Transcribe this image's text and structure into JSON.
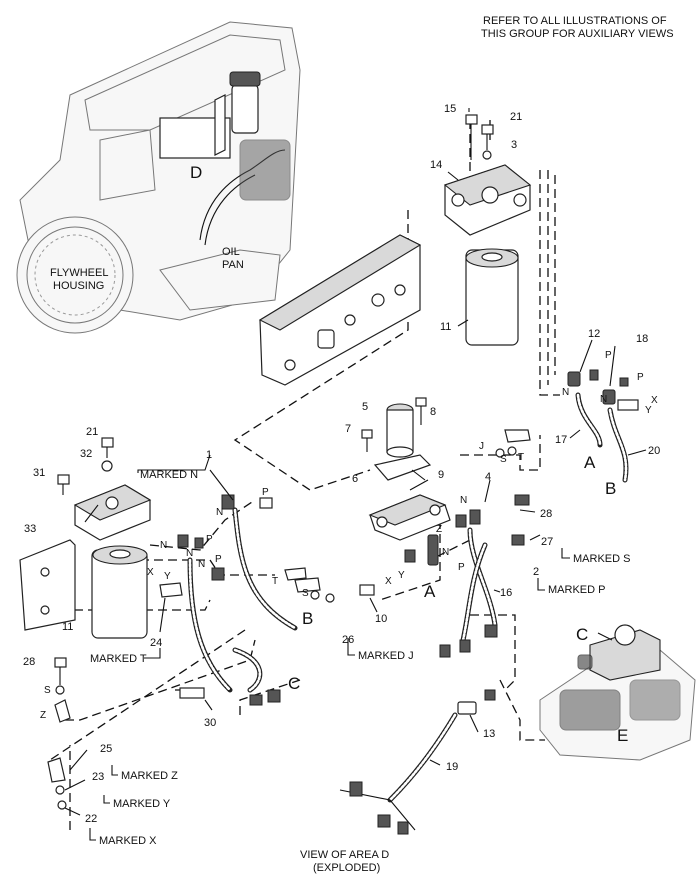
{
  "header_note": [
    "REFER TO ALL ILLUSTRATIONS OF",
    "THIS GROUP FOR AUXILIARY VIEWS"
  ],
  "footer_caption": [
    "VIEW OF AREA  D",
    "(EXPLODED)"
  ],
  "engine_labels": {
    "flywheel_housing": [
      "FLYWHEEL",
      "HOUSING"
    ],
    "oil_pan": [
      "OIL",
      "PAN"
    ],
    "area_d": "D"
  },
  "big_letters": {
    "a_upper": "A",
    "b_upper": "B",
    "a_center": "A",
    "b_left": "B",
    "c_left": "C",
    "c_right": "C",
    "e_right": "E"
  },
  "part_numbers": {
    "p15": "15",
    "p21a": "21",
    "p3": "3",
    "p14": "14",
    "p11a": "11",
    "p12": "12",
    "p18": "18",
    "p17": "17",
    "p20": "20",
    "p8": "8",
    "p5": "5",
    "p7": "7",
    "p6": "6",
    "p9": "9",
    "p4": "4",
    "p28a": "28",
    "p27": "27",
    "p2": "2",
    "p16": "16",
    "p10": "10",
    "p26": "26",
    "p1": "1",
    "p21b": "21",
    "p32": "32",
    "p31": "31",
    "p33": "33",
    "p11b": "11",
    "p24": "24",
    "p30": "30",
    "p28b": "28",
    "p25": "25",
    "p23": "23",
    "p22": "22",
    "p13": "13",
    "p19": "19"
  },
  "connector_letters": {
    "n1": "N",
    "p1": "P",
    "n_r1": "N",
    "p_r1": "P",
    "n_r2": "N",
    "p_r2": "P",
    "x_r": "X",
    "y_r": "Y",
    "j_c": "J",
    "s_c": "S",
    "t_c": "T",
    "n_c4": "N",
    "z_c": "Z",
    "x_c": "X",
    "y_c": "Y",
    "n_c2": "N",
    "p_c2": "P",
    "n_l1": "N",
    "p_l1": "P",
    "n_l2": "N",
    "n_l3": "N",
    "p_l3": "P",
    "x_l": "X",
    "y_l": "Y",
    "t_l": "T",
    "s_l": "S",
    "s_b": "S",
    "z_b": "Z"
  },
  "marked_labels": {
    "marked_n": "MARKED N",
    "marked_s": "MARKED S",
    "marked_p": "MARKED P",
    "marked_j": "MARKED J",
    "marked_t": "MARKED T",
    "marked_z": "MARKED Z",
    "marked_y": "MARKED Y",
    "marked_x": "MARKED X"
  }
}
